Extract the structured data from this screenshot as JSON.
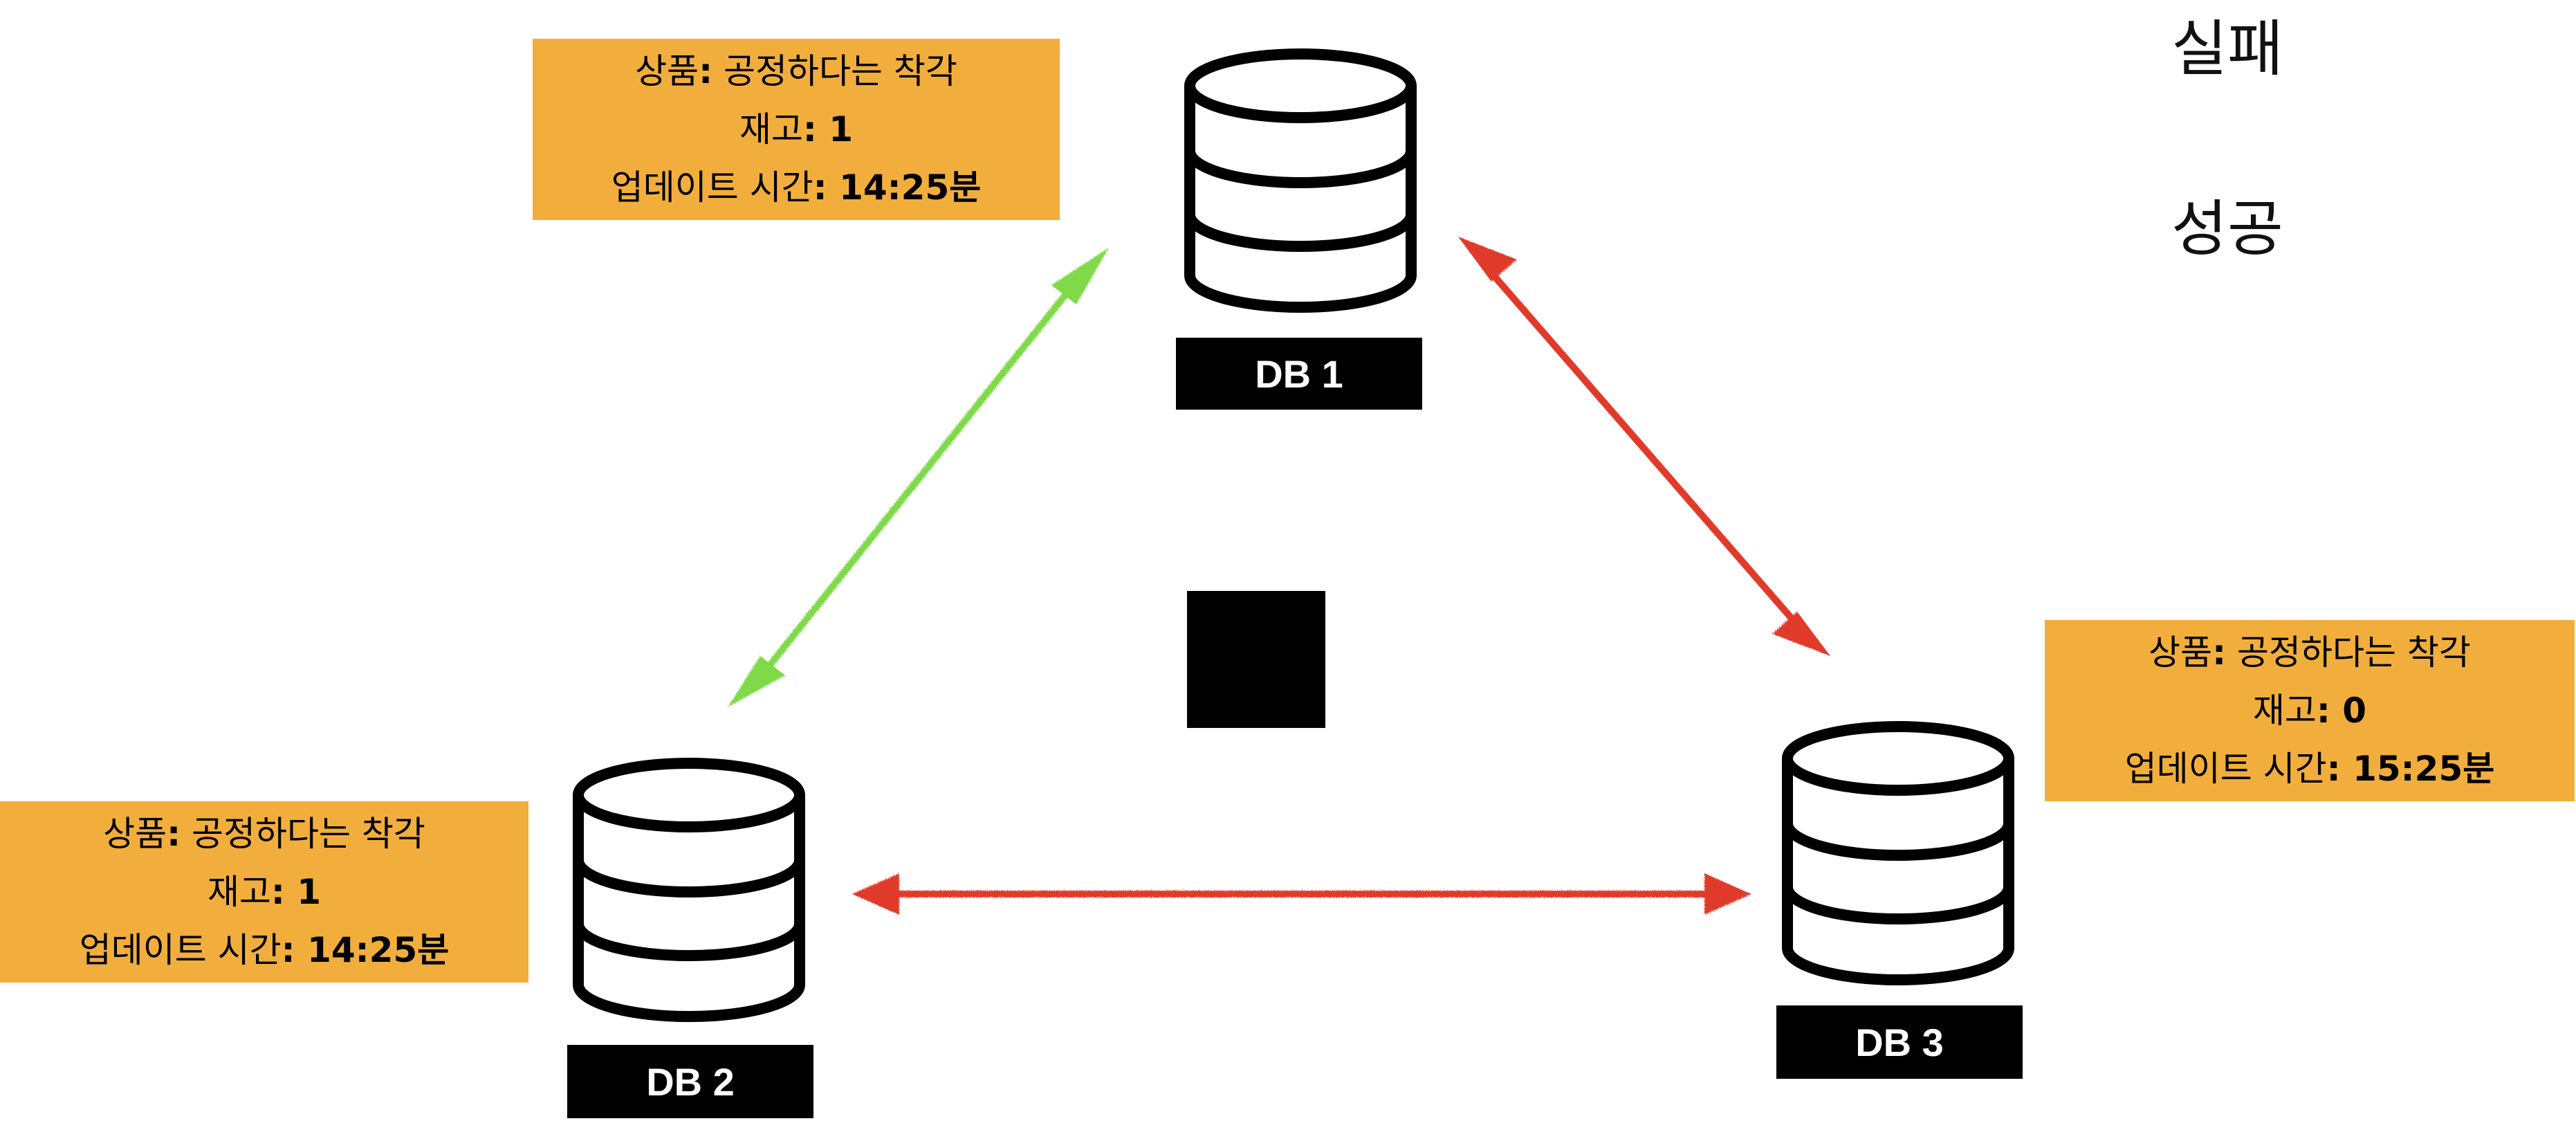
{
  "legend": {
    "fail_label": "실패",
    "success_label": "성공",
    "fail_color": "#E03A2A",
    "success_color": "#7FD94A"
  },
  "databases": [
    {
      "label": "DB 1",
      "info": {
        "product_prefix": "상품",
        "product_value": "공정하다는 착각",
        "stock_prefix": "재고",
        "stock_value": "1",
        "updated_prefix": "업데이트 시간",
        "updated_value": "14:25분"
      }
    },
    {
      "label": "DB 2",
      "info": {
        "product_prefix": "상품",
        "product_value": "공정하다는 착각",
        "stock_prefix": "재고",
        "stock_value": "1",
        "updated_prefix": "업데이트 시간",
        "updated_value": "14:25분"
      }
    },
    {
      "label": "DB 3",
      "info": {
        "product_prefix": "상품",
        "product_value": "공정하다는 착각",
        "stock_prefix": "재고",
        "stock_value": "0",
        "updated_prefix": "업데이트 시간",
        "updated_value": "15:25분"
      }
    }
  ],
  "connections": [
    {
      "from": "DB 1",
      "to": "DB 2",
      "status": "success"
    },
    {
      "from": "DB 1",
      "to": "DB 3",
      "status": "fail"
    },
    {
      "from": "DB 2",
      "to": "DB 3",
      "status": "fail"
    }
  ],
  "colors": {
    "info_box": "#F2AE3C",
    "db_label_bg": "#000000",
    "db_label_text": "#FFFFFF"
  },
  "icons": [
    "database-icon",
    "center-square-marker"
  ]
}
